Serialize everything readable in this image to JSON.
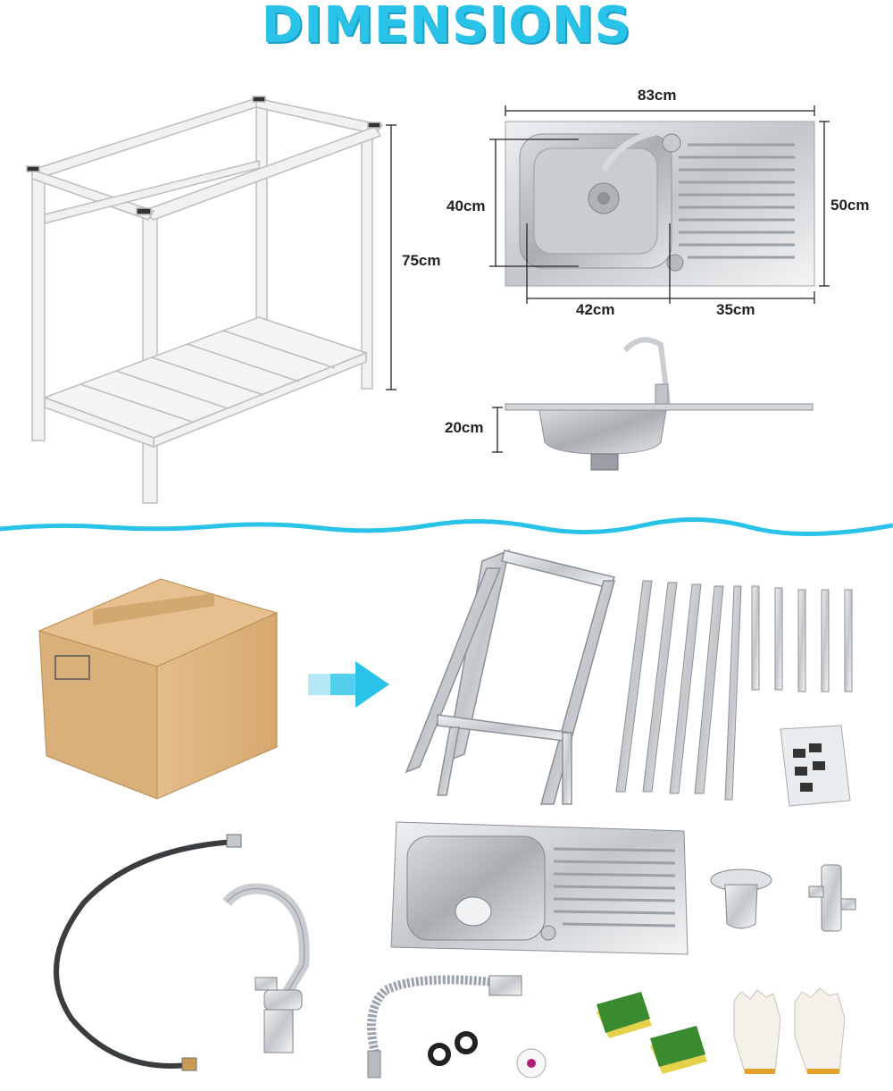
{
  "title": "DIMENSIONS",
  "dimensions": {
    "stand_height": "75cm",
    "sink_length": "83cm",
    "sink_width": "50cm",
    "bowl_width": "40cm",
    "bowl_length": "42cm",
    "drainer_length": "35cm",
    "bowl_depth": "20cm"
  },
  "colors": {
    "accent": "#29c2e8",
    "frame": "#e9e9e9",
    "steel": "#c7cacd",
    "carton": "#d6aa72"
  }
}
